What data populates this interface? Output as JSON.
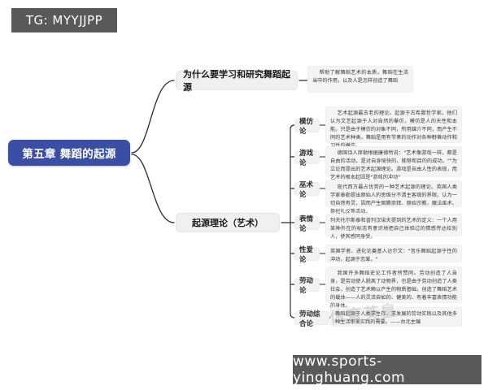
{
  "badges": {
    "tg_label": "TG: MYYJJPP",
    "url_label": "www.sports-yinghuang.com"
  },
  "watermark": {
    "text": "体育英皇"
  },
  "colors": {
    "root_fill": "#3a4fa3",
    "root_text": "#ffffff",
    "branch_fill": "#f0f0f0",
    "topic_fill": "#f2f2f2",
    "detail_fill": "#f4f4f4",
    "link_stroke": "#2b2b2b",
    "badge_fill": "#595959",
    "page_bg": "#ffffff"
  },
  "mindmap": {
    "root": {
      "label": "第五章 舞蹈的起源"
    },
    "branches": [
      {
        "label": "为什么要学习和研究舞蹈起源",
        "detail": "帮助了解舞蹈艺术的本质，舞蹈在生活当中的作用，以及人是怎样创造了舞蹈"
      },
      {
        "label": "起源理论（艺术）",
        "topics": [
          {
            "label": "模仿论",
            "detail": "艺术起源最古老的理论。起源于古希腊哲学家。他们认为文艺起源于人对自然的摹仿，模仿是人的天性和本能。只是由于模仿的对象不同，所用媒介不同，而产生不同的艺术种类。舞蹈是用有节奏的动作对各种野兽动作和习性的模仿。"
          },
          {
            "label": "游戏论",
            "detail": "德国诗人席勒根据康德所说：\"艺术像游戏一样，都是自由的活动，是对自身愉快的、能够和目的的成功。\"\"为立论而提出的艺术起源理论。游戏是自由人性的表现，而艺术的根本起因是\"游戏的冲动\""
          },
          {
            "label": "巫术论",
            "detail": "现代西方最占优势的一种艺术起源的理论。英国人类学家泰勒提出原始人的思维分不清主客观的界限，认为一切自然有灵，因而产生图腾崇拜、原始宗教、魔法巫术、祭祀礼仪等活动。"
          },
          {
            "label": "表情论",
            "detail": "列夫托尔斯泰和普列汉诺夫提到的艺术的定义：一个人用某种外在的标志有意识地把自己体验过的情感传达给别人，使其感同身受。"
          },
          {
            "label": "性爱论",
            "detail": "英国学者、进化论奠基人达尔文：\"音乐舞蹈起源于性的冲动，起源于恋爱。\""
          },
          {
            "label": "劳动论",
            "detail": "我国许多舞蹈史论工作者所赞同。劳动创造了人自身，是劳动使人脱离了动物界，也是由于劳动创造了人类社会，创造了艺术赖以产生的物质基础，创造了舞蹈艺术的载体——人的灵活自如的、健美的、有着丰富表情功能的身体。"
          },
          {
            "label": "劳动综合论",
            "detail": "舞蹈起源于人类求生存、求发展的劳动实践以及其他多种生活审美实践的需要。——台北主编"
          }
        ]
      }
    ]
  }
}
